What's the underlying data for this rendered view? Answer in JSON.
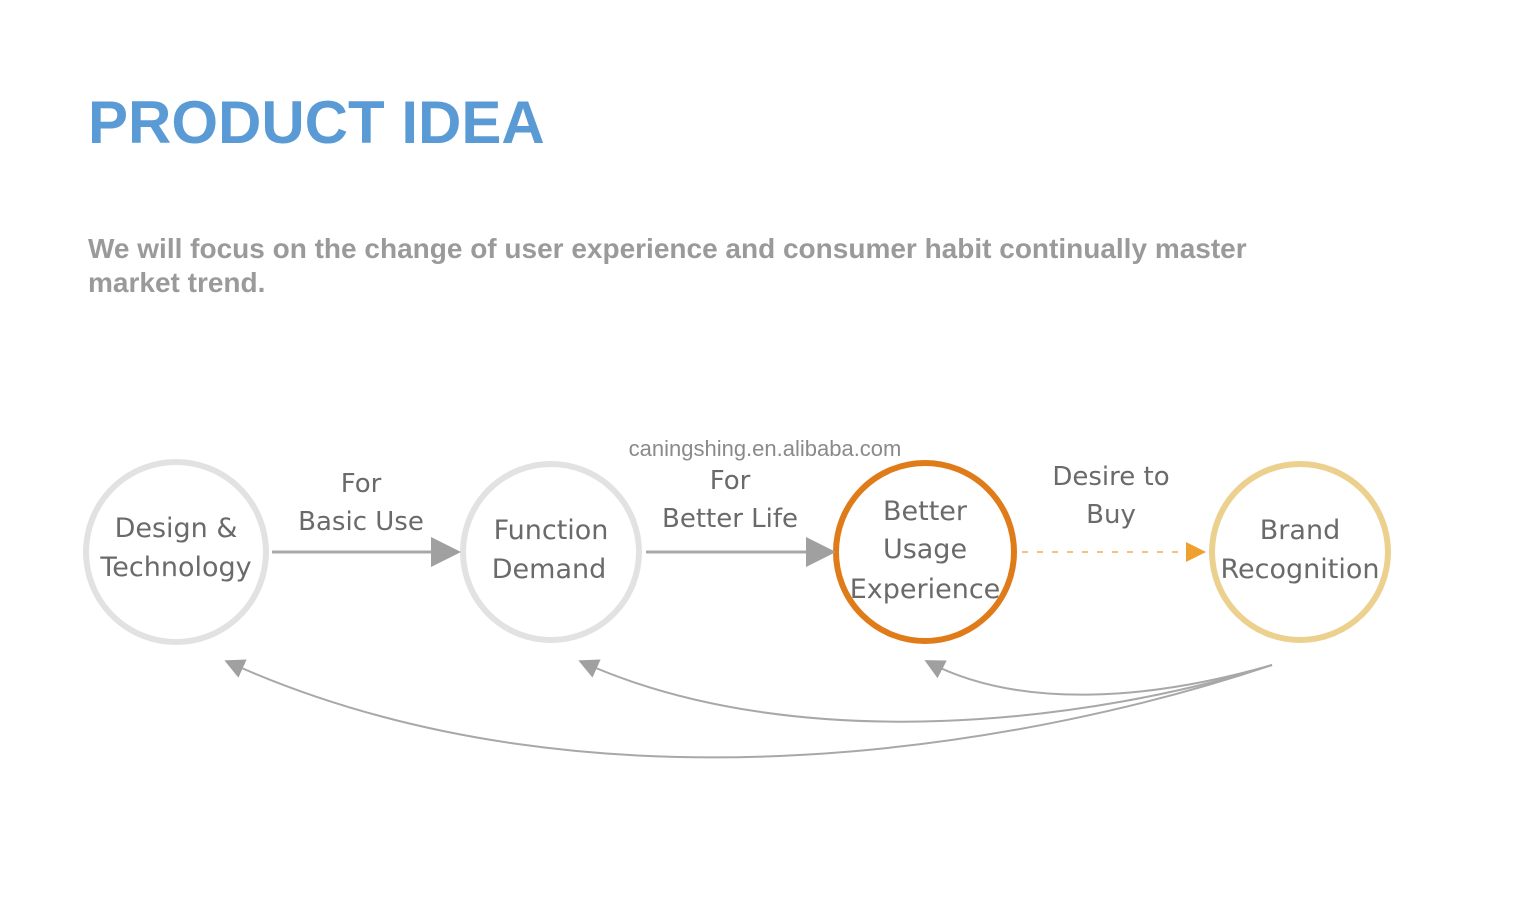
{
  "title": "PRODUCT IDEA",
  "subtitle": "We will focus on the change of user experience and consumer habit continually master market trend.",
  "watermark": "caningshing.en.alibaba.com",
  "colors": {
    "title": "#5b9bd5",
    "node_gray": "#e2e2e2",
    "node_orange": "#e07b1a",
    "node_gold": "#ecd08e",
    "arrow_gray": "#a8a8a8"
  },
  "nodes": [
    {
      "lines": [
        "Design &",
        "Technology"
      ]
    },
    {
      "lines": [
        "Function",
        "Demand"
      ]
    },
    {
      "lines": [
        "Better",
        "Usage",
        "Experience"
      ]
    },
    {
      "lines": [
        "Brand",
        "Recognition"
      ]
    }
  ],
  "edges": [
    {
      "lines": [
        "For",
        "Basic Use"
      ]
    },
    {
      "lines": [
        "For",
        "Better Life"
      ]
    },
    {
      "lines": [
        "Desire to",
        "Buy"
      ]
    }
  ]
}
